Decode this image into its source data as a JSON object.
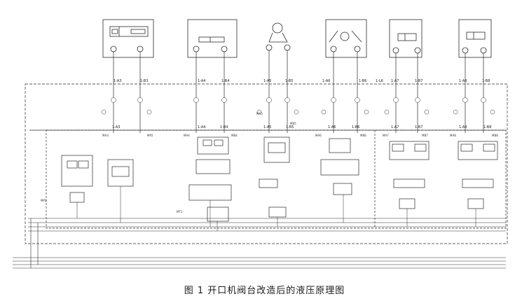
{
  "caption": "图 1    开口机阀台改造后的液压原理图",
  "actuators": [
    {
      "label": "1-A3",
      "label_b": "1-B3"
    },
    {
      "label": "1-A4",
      "label_b": "1-B4"
    },
    {
      "label": "1-A5",
      "label_b": "1-B5"
    },
    {
      "label": "1-A6",
      "label_b": "1-B6"
    },
    {
      "label": "1-A7",
      "label_b": "1-B7"
    },
    {
      "label": "1-A8",
      "label_b": "1-B8"
    }
  ],
  "mid_labels": [
    "1-A3",
    "1-A4",
    "1-B4",
    "1-A5",
    "1-B5",
    "1-A6",
    "1-B6",
    "1-A7",
    "1-B7",
    "1-A8",
    "1-B8"
  ],
  "ports": [
    "MA3",
    "MP2",
    "MA4",
    "MB4",
    "MA5",
    "MB5",
    "MA6",
    "MB6",
    "MA7",
    "MB7",
    "MA8",
    "MB8"
  ],
  "misc": {
    "mp1": "MP1",
    "mt1": "MT1",
    "l6": "1-L6"
  }
}
